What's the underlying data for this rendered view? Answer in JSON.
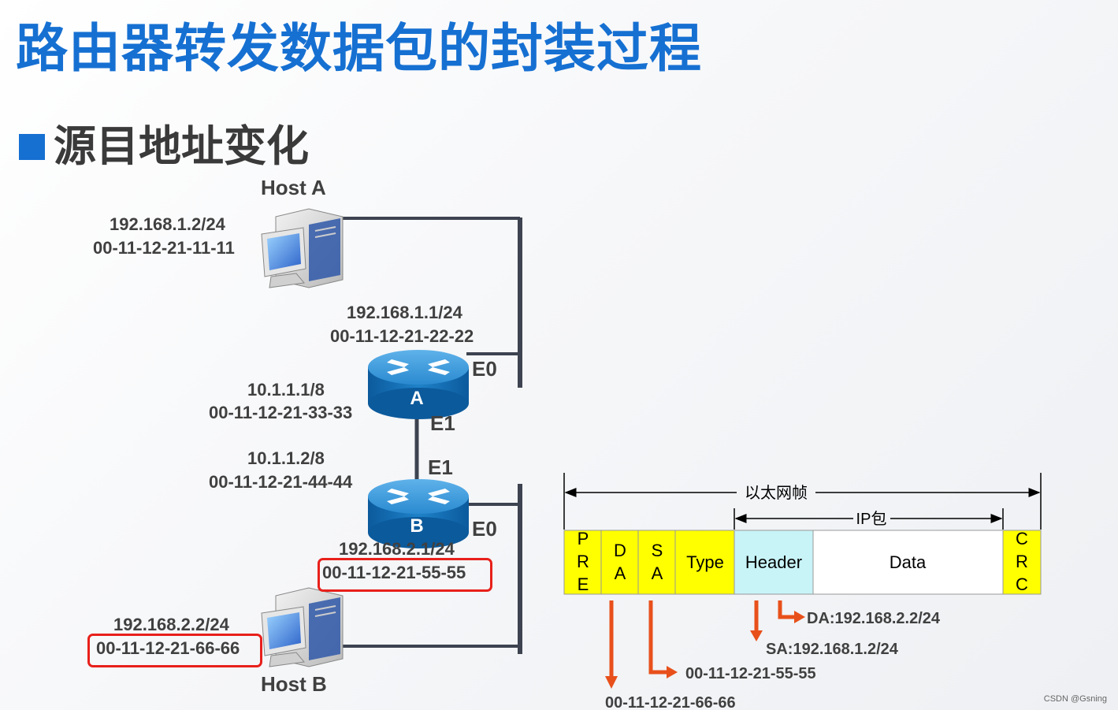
{
  "title": "路由器转发数据包的封装过程",
  "subtitle": "源目地址变化",
  "hostA": {
    "name": "Host A",
    "ip": "192.168.1.2/24",
    "mac": "00-11-12-21-11-11"
  },
  "routerA": {
    "name": "A",
    "e0_ip": "192.168.1.1/24",
    "e0_mac": "00-11-12-21-22-22",
    "e0_label": "E0",
    "e1_ip": "10.1.1.1/8",
    "e1_mac": "00-11-12-21-33-33",
    "e1_label": "E1"
  },
  "routerB": {
    "name": "B",
    "e1_ip": "10.1.1.2/8",
    "e1_mac": "00-11-12-21-44-44",
    "e1_label": "E1",
    "e0_ip": "192.168.2.1/24",
    "e0_mac": "00-11-12-21-55-55",
    "e0_label": "E0"
  },
  "hostB": {
    "name": "Host B",
    "ip": "192.168.2.2/24",
    "mac": "00-11-12-21-66-66"
  },
  "frame": {
    "ethernet_label": "以太网帧",
    "ip_label": "IP包",
    "fields": {
      "pre": [
        "P",
        "R",
        "E"
      ],
      "da": [
        "D",
        "A"
      ],
      "sa": [
        "S",
        "A"
      ],
      "type": "Type",
      "header": "Header",
      "data": "Data",
      "crc": [
        "C",
        "R",
        "C"
      ]
    },
    "annotations": {
      "ip_da": "DA:192.168.2.2/24",
      "ip_sa": "SA:192.168.1.2/24",
      "mac_sa": "00-11-12-21-55-55",
      "mac_da": "00-11-12-21-66-66"
    }
  },
  "colors": {
    "title": "#1670d2",
    "highlight": "#e8201b",
    "arrow": "#e8501b",
    "field_yellow": "#ffff00",
    "field_cyan": "#c8f4f8",
    "router": "#1b7fc8"
  },
  "watermark": "CSDN @Gsning"
}
